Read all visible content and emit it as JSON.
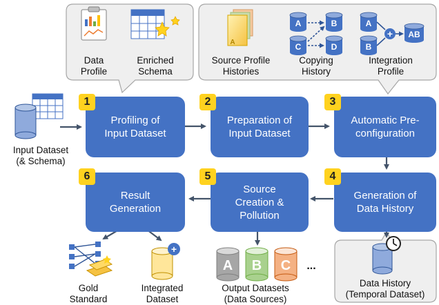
{
  "steps": [
    {
      "num": "1",
      "label": "Profiling of\nInput Dataset"
    },
    {
      "num": "2",
      "label": "Preparation of\nInput Dataset"
    },
    {
      "num": "3",
      "label": "Automatic Pre-\nconfiguration"
    },
    {
      "num": "4",
      "label": "Generation of\nData History"
    },
    {
      "num": "5",
      "label": "Source\nCreation &\nPollution"
    },
    {
      "num": "6",
      "label": "Result\nGeneration"
    }
  ],
  "callout_left": {
    "data_profile": "Data\nProfile",
    "enriched_schema": "Enriched\nSchema"
  },
  "callout_right": {
    "source_profile_histories": "Source Profile\nHistories",
    "copying_history": "Copying\nHistory",
    "integration_profile": "Integration\nProfile",
    "node_a": "A",
    "node_b": "B",
    "node_c": "C",
    "node_d": "D",
    "node_ab": "AB",
    "plus": "+",
    "paper_letter": "A"
  },
  "input_dataset": "Input Dataset\n(& Schema)",
  "data_history": "Data History\n(Temporal Dataset)",
  "gold_standard": "Gold\nStandard",
  "integrated_dataset": "Integrated\nDataset",
  "output_datasets": "Output Datasets\n(Data Sources)",
  "output_letters": [
    "A",
    "B",
    "C"
  ],
  "ellipsis": "...",
  "colors": {
    "step_box": "#4472c4",
    "badge": "#ffd21f",
    "arrow": "#44546a",
    "callout_fill": "#efefef",
    "callout_stroke": "#a6a6a6",
    "db_yellow": "#ffe69a",
    "db_gray": "#a6a6a6",
    "db_green": "#a9d18e",
    "db_orange": "#f4b183",
    "db_blue": "#8faadc"
  }
}
